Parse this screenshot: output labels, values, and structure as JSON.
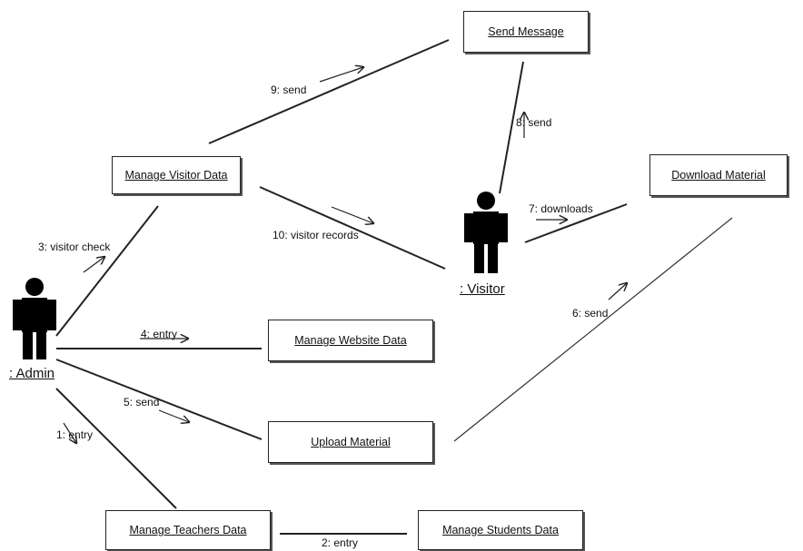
{
  "actors": {
    "admin": ": Admin",
    "visitor": ": Visitor"
  },
  "objects": {
    "send_message": "Send Message",
    "manage_visitor_data": "Manage Visitor Data",
    "download_material": "Download Material",
    "manage_website_data": "Manage Website Data",
    "upload_material": "Upload Material",
    "manage_teachers_data": "Manage Teachers Data",
    "manage_students_data": "Manage Students Data"
  },
  "messages": {
    "m1": "1: entry",
    "m2": "2: entry",
    "m3": "3: visitor check",
    "m4": "4: entry",
    "m5": "5: send",
    "m6": "6: send",
    "m7": "7: downloads",
    "m8": "8: send",
    "m9": "9: send",
    "m10": "10: visitor records"
  }
}
